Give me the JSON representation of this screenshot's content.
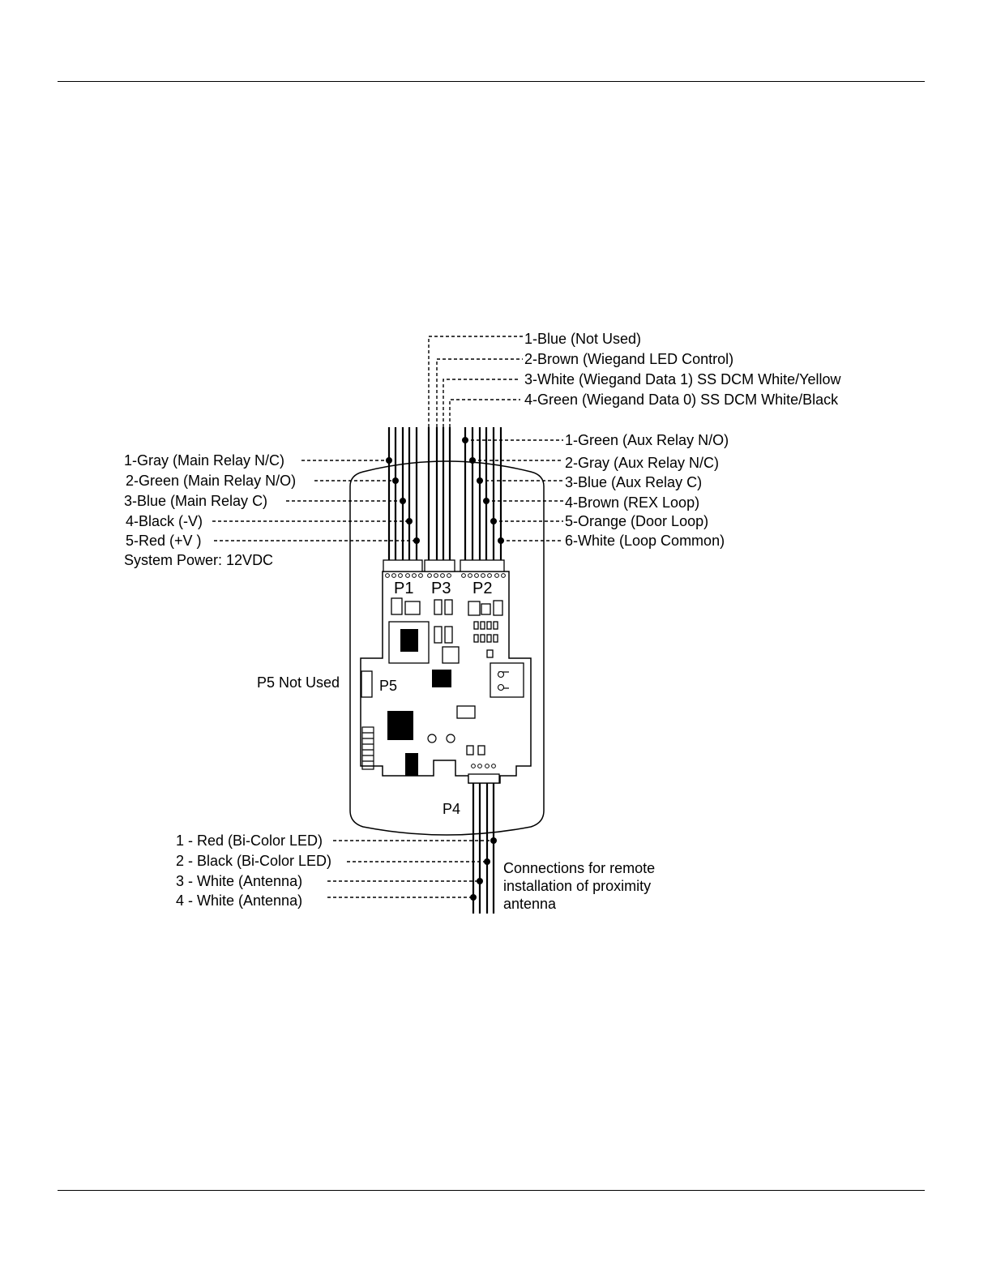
{
  "p3_wires": [
    {
      "label": "1-Blue (Not Used)"
    },
    {
      "label": "2-Brown (Wiegand LED Control)"
    },
    {
      "label": "3-White (Wiegand Data 1) SS DCM White/Yellow"
    },
    {
      "label": "4-Green (Wiegand Data 0) SS DCM White/Black"
    }
  ],
  "p1_wires": [
    {
      "label": "1-Gray (Main Relay N/C)"
    },
    {
      "label": "2-Green (Main Relay N/O)"
    },
    {
      "label": "3-Blue (Main Relay C)"
    },
    {
      "label": "4-Black (-V)"
    },
    {
      "label": "5-Red (+V )"
    }
  ],
  "p1_note": "System Power: 12VDC",
  "p2_wires": [
    {
      "label": "1-Green (Aux Relay N/O)"
    },
    {
      "label": "2-Gray (Aux Relay N/C)"
    },
    {
      "label": "3-Blue (Aux Relay C)"
    },
    {
      "label": "4-Brown (REX Loop)"
    },
    {
      "label": "5-Orange (Door Loop)"
    },
    {
      "label": "6-White (Loop Common)"
    }
  ],
  "p4_wires": [
    {
      "label": "1 - Red (Bi-Color LED)"
    },
    {
      "label": "2 - Black (Bi-Color LED)"
    },
    {
      "label": "3 - White (Antenna)"
    },
    {
      "label": "4 - White (Antenna)"
    }
  ],
  "p4_note_lines": [
    "Connections for remote",
    "installation of proximity",
    "antenna"
  ],
  "connectors": {
    "p1": "P1",
    "p2": "P2",
    "p3": "P3",
    "p4": "P4",
    "p5": "P5",
    "p5_note": "P5 Not Used"
  }
}
